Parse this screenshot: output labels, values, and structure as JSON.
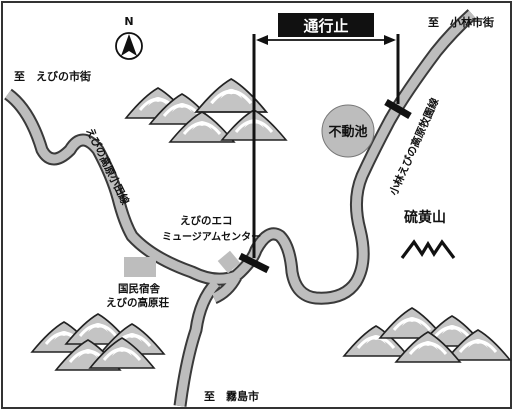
{
  "north_label": "N",
  "closure_label": "通行止",
  "labels": {
    "to_kobayashi": "至　小林市街",
    "to_ebino": "至　えびの市街",
    "to_kirishima": "至　霧島市",
    "road_koda": "えびの高原小田線",
    "road_kobayashi": "小林えびの高原牧園線",
    "pond": "不動池",
    "mountain": "硫黄山",
    "eco_center_line1": "えびのエコ",
    "eco_center_line2": "ミュージアムセンター",
    "lodge_line1": "国民宿舎",
    "lodge_line2": "えびの高原荘"
  },
  "colors": {
    "road_fill": "#bdbdbd",
    "road_stroke": "#3a3a3a",
    "pond_fill": "#bdbdbd",
    "mountain_fill": "#c4c4c4",
    "mountain_snow": "#ffffff",
    "closure_bar": "#111111",
    "frame": "#333333"
  },
  "icons": {
    "north": "north-arrow-icon",
    "mountain": "mountain-icon",
    "volcano": "volcano-symbol-icon"
  }
}
